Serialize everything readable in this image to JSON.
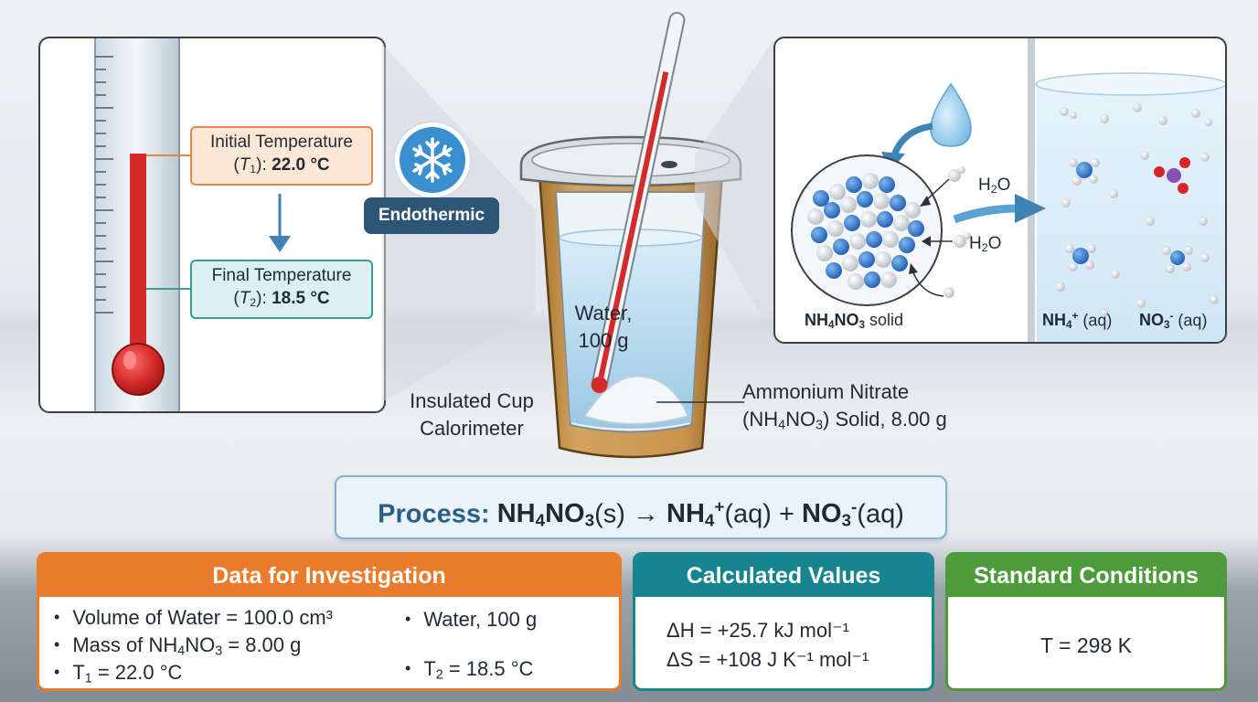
{
  "thermometer_panel": {
    "initial_label": "Initial Temperature",
    "initial_symbol": "T",
    "initial_sub": "1",
    "initial_value": "22.0 °C",
    "final_label": "Final Temperature",
    "final_symbol": "T",
    "final_sub": "2",
    "final_value": "18.5 °C"
  },
  "endothermic_badge": {
    "label": "Endothermic",
    "icon": "snowflake-icon"
  },
  "calorimeter": {
    "water_line1": "Water,",
    "water_line2": "100 g",
    "cup_label_line1": "Insulated Cup",
    "cup_label_line2": "Calorimeter",
    "solid_label_line1": "Ammonium Nitrate",
    "solid_label_line2_a": "(NH",
    "solid_label_line2_sub1": "4",
    "solid_label_line2_b": "NO",
    "solid_label_line2_sub2": "3",
    "solid_label_line2_c": ") Solid, 8.00 g"
  },
  "molecular_panel": {
    "water_label_top": "H",
    "water_label_top_sub": "2",
    "water_label_top_o": "O",
    "water_label_bottom": "H",
    "water_label_bottom_sub": "2",
    "water_label_bottom_o": "O",
    "solid_label_a": "NH",
    "solid_label_sub1": "4",
    "solid_label_b": "NO",
    "solid_label_sub2": "3",
    "solid_label_c": " solid",
    "cation_a": "NH",
    "cation_sub": "4",
    "cation_sup": "+",
    "cation_state": " (aq)",
    "anion_a": "NO",
    "anion_sub": "3",
    "anion_sup": "-",
    "anion_state": " (aq)"
  },
  "process": {
    "prefix": "Process: ",
    "r_a": "NH",
    "r_sub1": "4",
    "r_b": "NO",
    "r_sub2": "3",
    "r_state": "(s) → ",
    "p1_a": "NH",
    "p1_sub": "4",
    "p1_sup": "+",
    "p1_state": "(aq) + ",
    "p2_a": "NO",
    "p2_sub": "3",
    "p2_sup": "-",
    "p2_state": "(aq)"
  },
  "data_box": {
    "title": "Data for Investigation",
    "item1": "Volume of Water = 100.0 cm³",
    "item2_a": "Mass of NH",
    "item2_sub1": "4",
    "item2_b": "NO",
    "item2_sub2": "3",
    "item2_c": " = 8.00 g",
    "item3_a": "T",
    "item3_sub": "1",
    "item3_b": " = 22.0 °C",
    "item4": "Water, 100 g",
    "item5_a": "T",
    "item5_sub": "2",
    "item5_b": " = 18.5 °C"
  },
  "calc_box": {
    "title": "Calculated Values",
    "dh": "ΔH = +25.7 kJ mol⁻¹",
    "ds": "ΔS = +108 J K⁻¹ mol⁻¹"
  },
  "std_box": {
    "title": "Standard Conditions",
    "temp": "T = 298 K"
  },
  "colors": {
    "thermo_red": "#d42a2a",
    "initial_orange": "#e8864a",
    "final_teal": "#3a9b98",
    "badge_navy": "#2f5576",
    "data_orange": "#e97b2a",
    "calc_teal": "#17858f",
    "std_green": "#4e9b3c"
  }
}
